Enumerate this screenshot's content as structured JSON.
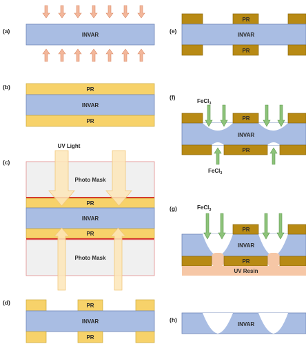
{
  "steps": {
    "a": "(a)",
    "b": "(b)",
    "c": "(c)",
    "d": "(d)",
    "e": "(e)",
    "f": "(f)",
    "g": "(g)",
    "h": "(h)"
  },
  "labels": {
    "invar": "INVAR",
    "pr": "PR",
    "photo_mask": "Photo Mask",
    "uv_light": "UV Light",
    "fecl3": "FeCl",
    "fecl3_sub": "3",
    "uv_resin": "UV Resin"
  },
  "colors": {
    "invar": "#a9bde3",
    "invar_stroke": "#6f86b8",
    "pr_yellow": "#f7d26a",
    "pr_yellow_stroke": "#c9a73a",
    "pr_brown": "#b88a14",
    "pr_brown_stroke": "#8a6a10",
    "mask": "#f0f0f0",
    "mask_stroke": "#e38b8b",
    "red_line": "#d62b2b",
    "uv_arrow": "#fde6b8",
    "uv_arrow_stroke": "#f2c77a",
    "heat_arrow": "#f3b79b",
    "heat_arrow_stroke": "#d98a68",
    "fecl_arrow": "#8dc37a",
    "fecl_arrow_stroke": "#5d9a4c",
    "uv_resin": "#f6c7a6"
  }
}
